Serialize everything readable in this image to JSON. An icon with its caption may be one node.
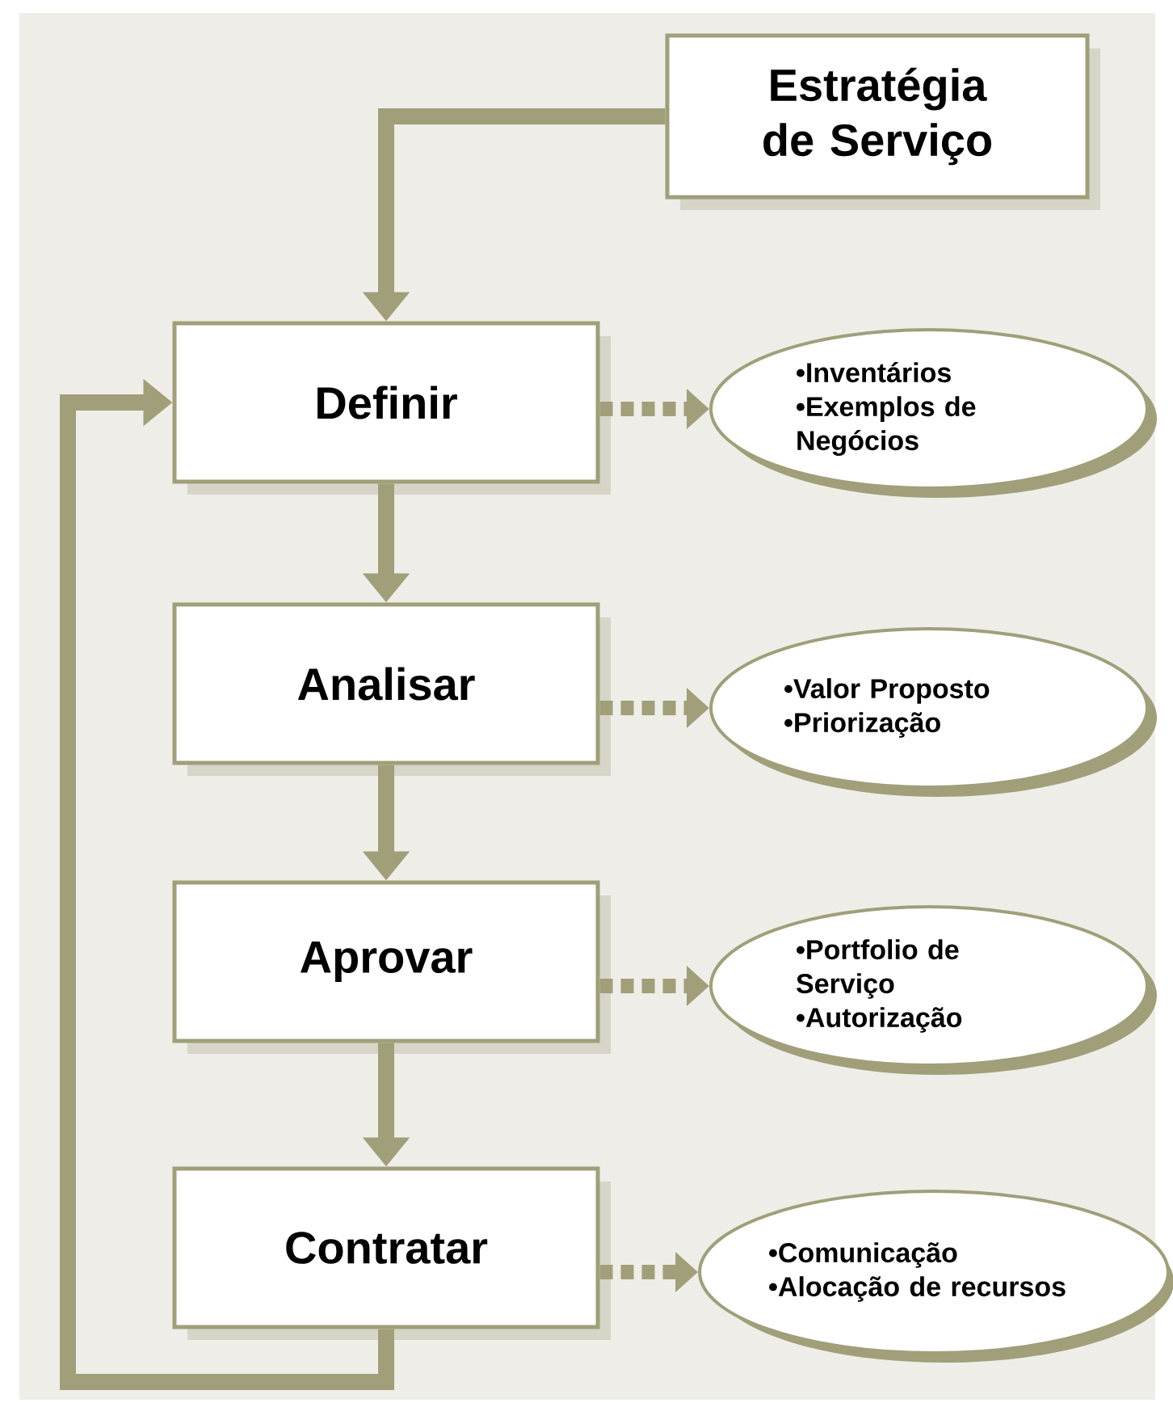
{
  "diagram": {
    "nodes": [
      {
        "text": [
          "Estratégia de Serviço"
        ]
      },
      {
        "text": [
          "Definir"
        ]
      },
      {
        "text": [
          "Analisar"
        ]
      },
      {
        "text": [
          "Aprovar"
        ]
      },
      {
        "text": [
          "Contratar"
        ]
      },
      {
        "text": [
          "•Inventários",
          "•Exemplos de Negócios"
        ]
      },
      {
        "text": [
          "•Valor Proposto",
          "•Priorização"
        ]
      },
      {
        "text": [
          "•Portfolio de Serviço",
          "•Autorização"
        ]
      },
      {
        "text": [
          "•Comunicação",
          "•Alocação de recursos"
        ]
      }
    ],
    "edges": [
      {
        "from": 0,
        "to": 1,
        "arrow": "to"
      },
      {
        "from": 1,
        "to": 2,
        "arrow": "to"
      },
      {
        "from": 2,
        "to": 3,
        "arrow": "to"
      },
      {
        "from": 3,
        "to": 4,
        "arrow": "to"
      },
      {
        "from": 4,
        "to": 1,
        "arrow": "to"
      },
      {
        "from": 1,
        "to": 5,
        "arrow": "to",
        "style": "dashed"
      },
      {
        "from": 2,
        "to": 6,
        "arrow": "to",
        "style": "dashed"
      },
      {
        "from": 3,
        "to": 7,
        "arrow": "to",
        "style": "dashed"
      },
      {
        "from": 4,
        "to": 8,
        "arrow": "to",
        "style": "dashed"
      }
    ]
  }
}
